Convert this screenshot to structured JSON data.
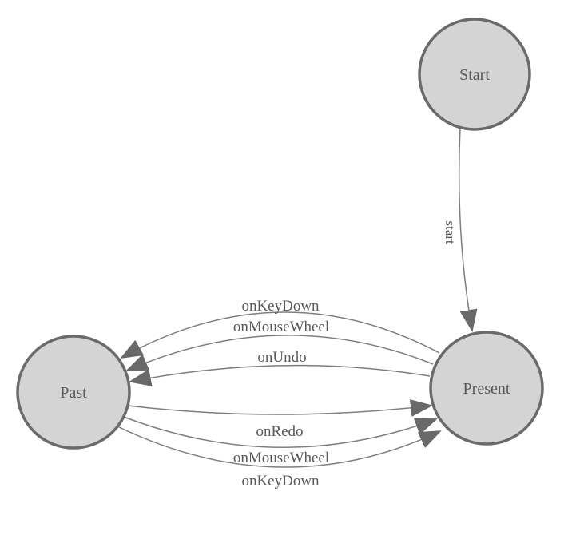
{
  "diagram": {
    "type": "state-machine",
    "background": "#ffffff",
    "colors": {
      "node_fill": "#d4d4d4",
      "node_border": "#6a6a6a",
      "edge_line": "#7e7e7e",
      "arrowhead": "#696969",
      "label_text": "#58585a"
    },
    "nodes": {
      "start": {
        "label": "Start"
      },
      "present": {
        "label": "Present"
      },
      "past": {
        "label": "Past"
      }
    },
    "edges": {
      "start_to_present": {
        "from": "Start",
        "to": "Present",
        "label": "start"
      },
      "present_to_past_keydown": {
        "from": "Present",
        "to": "Past",
        "label": "onKeyDown"
      },
      "present_to_past_mousewheel": {
        "from": "Present",
        "to": "Past",
        "label": "onMouseWheel"
      },
      "present_to_past_undo": {
        "from": "Present",
        "to": "Past",
        "label": "onUndo"
      },
      "past_to_present_redo": {
        "from": "Past",
        "to": "Present",
        "label": "onRedo"
      },
      "past_to_present_mousewheel": {
        "from": "Past",
        "to": "Present",
        "label": "onMouseWheel"
      },
      "past_to_present_keydown": {
        "from": "Past",
        "to": "Present",
        "label": "onKeyDown"
      }
    }
  }
}
